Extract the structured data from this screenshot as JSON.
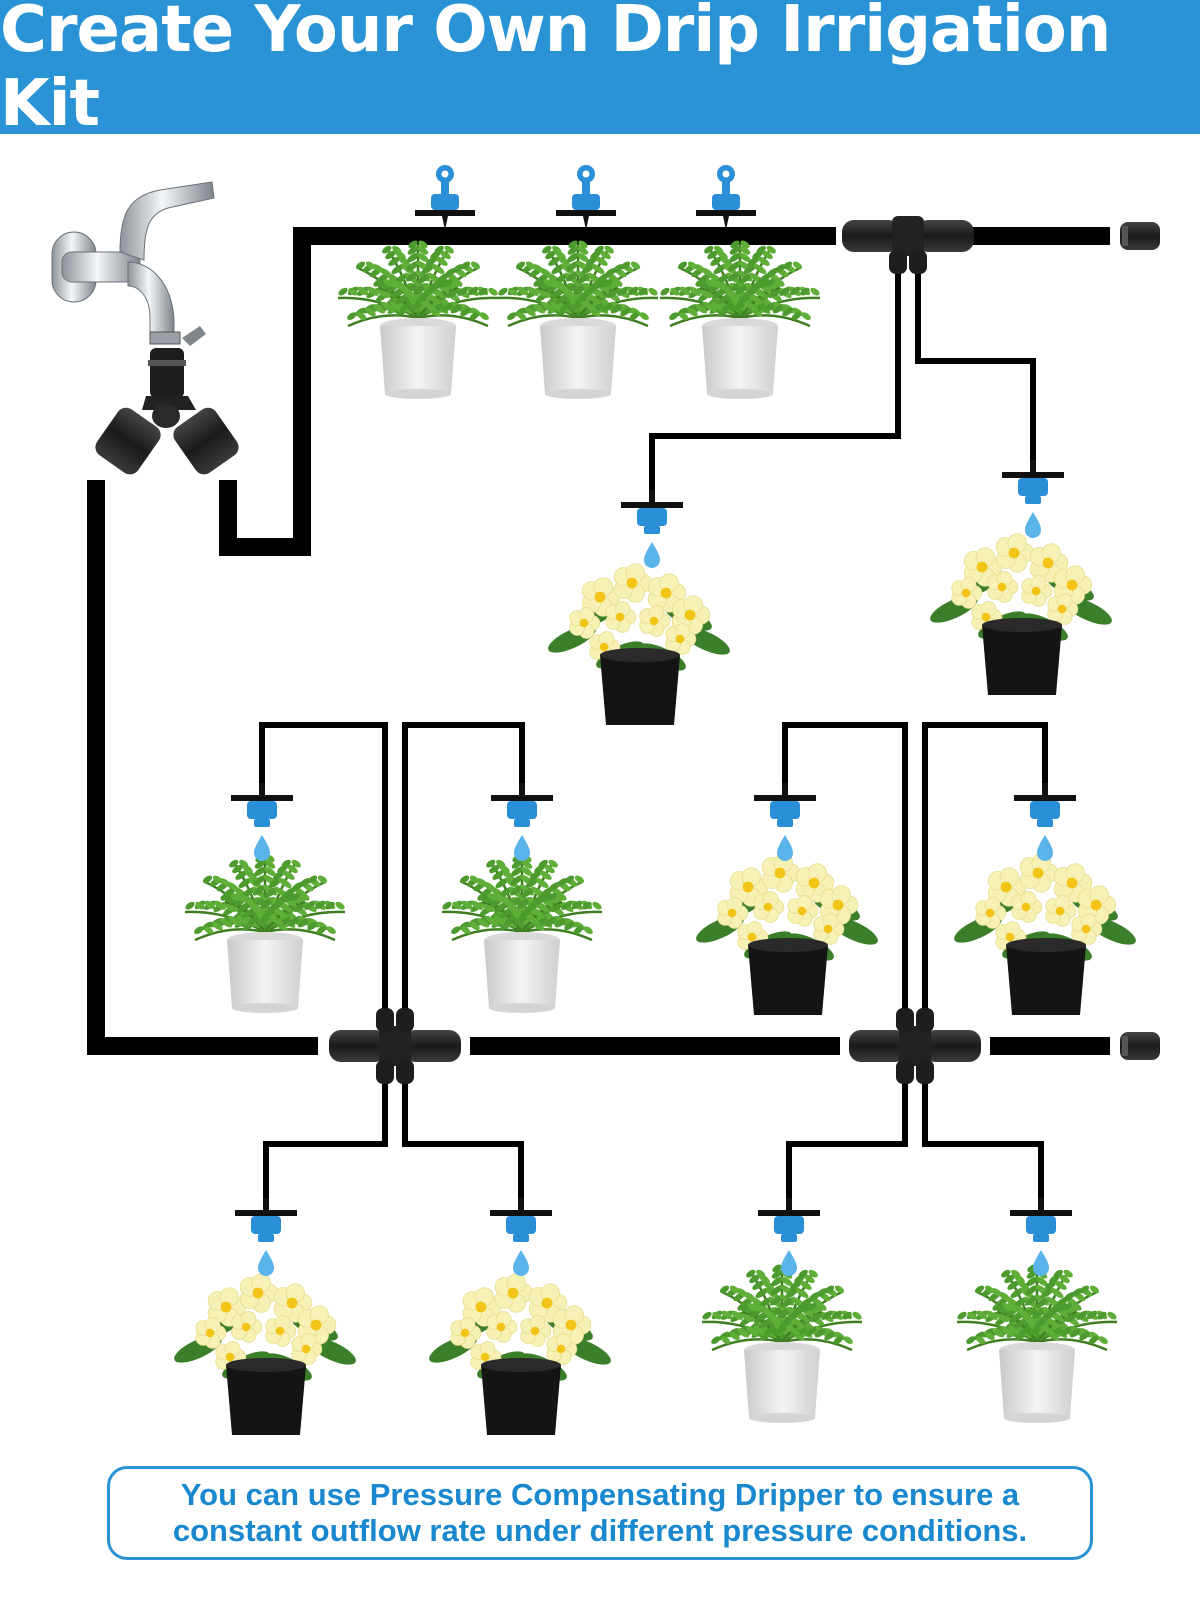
{
  "header": {
    "title": "Create Your Own Drip Irrigation Kit"
  },
  "note": {
    "line1": "You can use Pressure Compensating Dripper to ensure a",
    "line2": "constant outflow rate under different pressure conditions."
  },
  "colors": {
    "banner": "#2a93d5",
    "note_text": "#1a88cf",
    "tube": "#000000",
    "dripper": "#2b8fd8",
    "water_drop": "#5ab4ea",
    "fitting": "#222222",
    "chrome": "#c9ced3",
    "fern_leaf": "#4d9a2e",
    "flower_petal": "#f7f1b5",
    "flower_center": "#f2c418",
    "white_pot": "#eaeaea",
    "black_pot": "#141414"
  },
  "icons": [
    "faucet-icon",
    "y-splitter-icon",
    "tee-connector-icon",
    "cross-connector-icon",
    "end-plug-icon",
    "dripper-icon",
    "water-drop-icon",
    "fern-pot-icon",
    "flower-pot-icon"
  ]
}
